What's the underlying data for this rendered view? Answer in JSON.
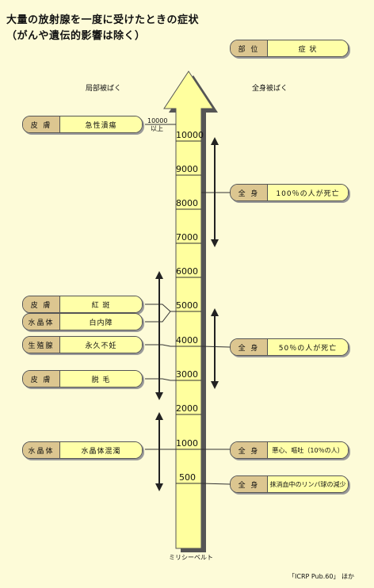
{
  "title": {
    "line1": "大量の放射腺を一度に受けたときの症状",
    "line2": "（がんや遺伝的影響は除く）"
  },
  "legend": {
    "part": "部 位",
    "symptom": "症 状"
  },
  "local_header": "局部被ばく",
  "whole_header": "全身被ばく",
  "top_label": {
    "line1": "10000",
    "line2": "以上"
  },
  "unit": "ミリシーベルト",
  "source": "「ICRP Pub.60」 ほか",
  "scale": [
    "10000",
    "9000",
    "8000",
    "7000",
    "6000",
    "5000",
    "4000",
    "3000",
    "2000",
    "1000",
    "500"
  ],
  "local": [
    {
      "part": "皮 膚",
      "symptom": "急性潰瘍"
    },
    {
      "part": "皮 膚",
      "symptom": "紅 斑"
    },
    {
      "part": "水晶体",
      "symptom": "白内障"
    },
    {
      "part": "生殖腺",
      "symptom": "永久不妊"
    },
    {
      "part": "皮 膚",
      "symptom": "脱 毛"
    },
    {
      "part": "水晶体",
      "symptom": "水晶体混濁"
    }
  ],
  "whole": [
    {
      "part": "全 身",
      "symptom": "100％の人が死亡"
    },
    {
      "part": "全 身",
      "symptom": "50％の人が死亡"
    },
    {
      "part": "全 身",
      "symptom": "悪心、嘔吐（10％の人）"
    },
    {
      "part": "全 身",
      "symptom": "抹消血中のリンパ球の減少"
    }
  ],
  "colors": {
    "background": "#fdfbd8",
    "arrow": "#ffff9e",
    "pill_key": "#dcc690",
    "pill_value": "#ffffa8",
    "line": "#333333"
  }
}
